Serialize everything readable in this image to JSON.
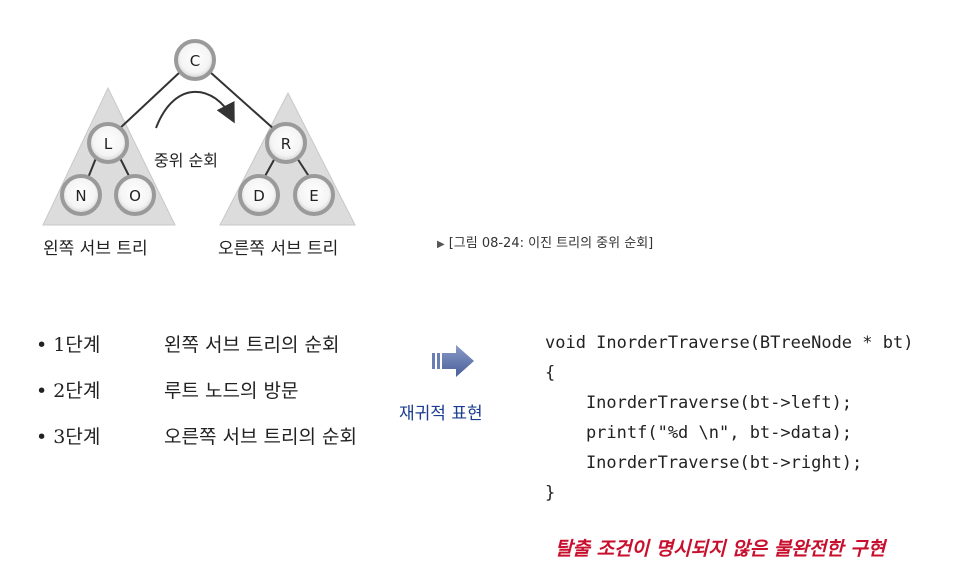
{
  "tree": {
    "root": "C",
    "left_child": "L",
    "right_child": "R",
    "left_subtree_nodes": [
      "N",
      "O"
    ],
    "right_subtree_nodes": [
      "D",
      "E"
    ],
    "traversal_label": "중위 순회",
    "left_subtree_label": "왼쪽 서브 트리",
    "right_subtree_label": "오른쪽 서브 트리"
  },
  "caption": "[그림 08-24: 이진 트리의 중위 순회]",
  "steps": [
    {
      "num": "• 1단계",
      "desc": "왼쪽 서브 트리의 순회"
    },
    {
      "num": "• 2단계",
      "desc": "루트 노드의 방문"
    },
    {
      "num": "• 3단계",
      "desc": "오른쪽 서브 트리의 순회"
    }
  ],
  "recursion_label": "재귀적 표현",
  "code": {
    "line1": "void InorderTraverse(BTreeNode * bt)",
    "line2": "{",
    "line3": "    InorderTraverse(bt->left);",
    "line4": "    printf(\"%d \\n\", bt->data);",
    "line5": "    InorderTraverse(bt->right);",
    "line6": "}"
  },
  "warning": "탈출 조건이 명시되지 않은 불완전한 구현",
  "colors": {
    "triangle": "#dcdcdc",
    "node_fill": "#ffffff",
    "node_ring": "#9a9a9a",
    "recursion_label": "#1b3d8f",
    "arrow": "#5a6ea8",
    "warning": "#c8102e"
  }
}
